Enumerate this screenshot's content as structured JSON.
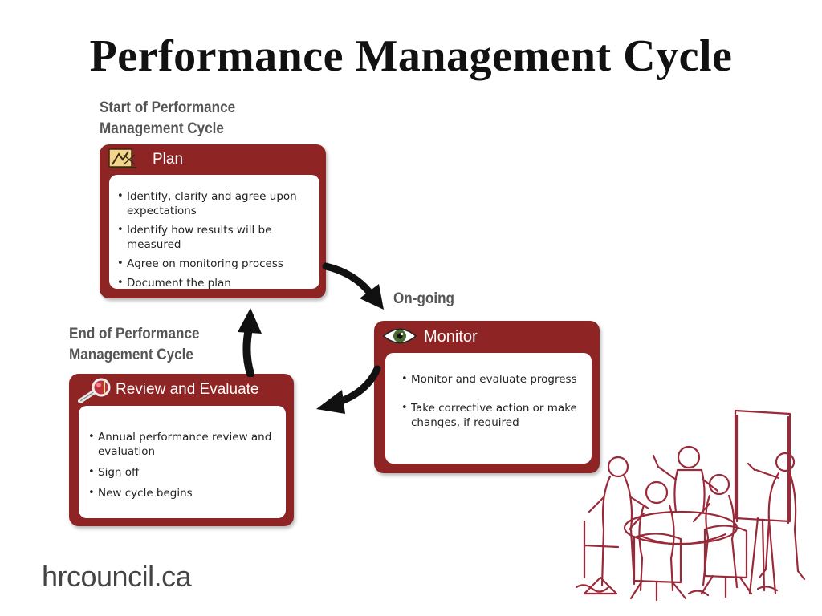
{
  "title": "Performance Management Cycle",
  "captions": {
    "start": [
      "Start of Performance",
      "Management Cycle"
    ],
    "ongoing": "On-going",
    "end": [
      "End of Performance",
      "Management Cycle"
    ]
  },
  "cards": {
    "plan": {
      "label": "Plan",
      "icon": "plan-icon",
      "items": [
        "Identify, clarify and agree upon expectations",
        "Identify how results will be measured",
        "Agree on monitoring process",
        "Document the plan"
      ]
    },
    "monitor": {
      "label": "Monitor",
      "icon": "eye-icon",
      "items": [
        "Monitor and evaluate progress",
        "Take corrective action or make changes, if required"
      ]
    },
    "review": {
      "label": "Review and Evaluate",
      "icon": "magnifier-icon",
      "items": [
        "Annual performance review and evaluation",
        "Sign off",
        "New cycle begins"
      ]
    }
  },
  "footer": {
    "brand": "hrcouncil.ca"
  },
  "colors": {
    "card": "#8f2424",
    "illustration": "#9a2a3a",
    "arrow": "#111111"
  }
}
